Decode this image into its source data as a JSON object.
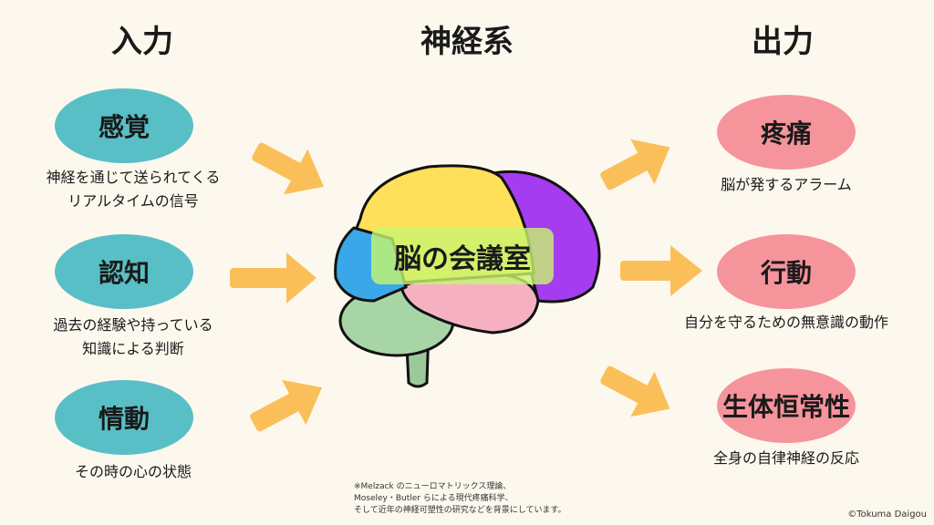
{
  "titles": {
    "input": "入力",
    "nervous": "神経系",
    "output": "出力"
  },
  "inputs": [
    {
      "label": "感覚",
      "caption1": "神経を通じて送られてくる",
      "caption2": "リアルタイムの信号"
    },
    {
      "label": "認知",
      "caption1": "過去の経験や持っている",
      "caption2": "知識による判断"
    },
    {
      "label": "情動",
      "caption1": "その時の心の状態"
    }
  ],
  "center": {
    "label": "脳の会議室"
  },
  "outputs": [
    {
      "label": "疼痛",
      "caption": "脳が発するアラーム"
    },
    {
      "label": "行動",
      "caption": "自分を守るための無意識の動作"
    },
    {
      "label": "生体恒常性",
      "caption": "全身の自律神経の反応"
    }
  ],
  "note": {
    "line1": "※Melzack のニューロマトリックス理論、",
    "line2": "Moseley・Butler らによる現代疼痛科学、",
    "line3": "そして近年の神経可塑性の研究などを背景にしています。"
  },
  "copyright": "©Tokuma Daigou",
  "colors": {
    "background": "#fdf8ee",
    "input": "#58bfc6",
    "output": "#f6949c",
    "arrow": "#fbbf5a"
  }
}
